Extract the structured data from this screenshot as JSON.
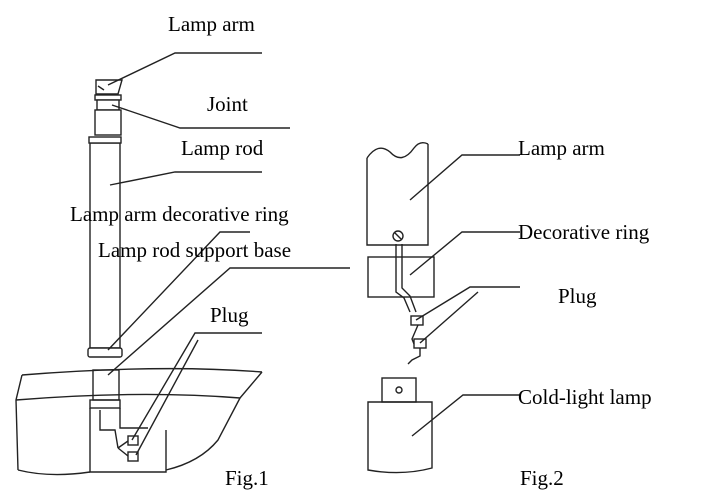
{
  "fig1": {
    "lamp_arm": "Lamp arm",
    "joint": "Joint",
    "lamp_rod": "Lamp rod",
    "arm_ring": "Lamp arm decorative ring",
    "support_base": "Lamp rod support base",
    "plug": "Plug",
    "caption": "Fig.1"
  },
  "fig2": {
    "lamp_arm": "Lamp arm",
    "decorative_ring": "Decorative ring",
    "plug": "Plug",
    "cold_light_lamp": "Cold-light lamp",
    "caption": "Fig.2"
  }
}
